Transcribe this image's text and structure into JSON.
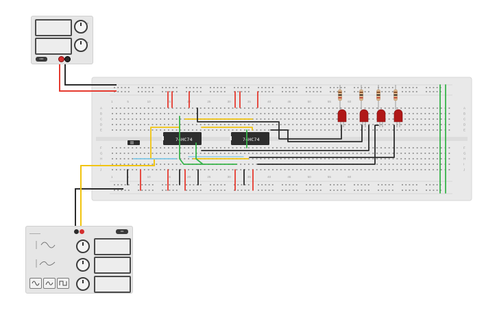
{
  "power_supply": {
    "button_label": "OFF",
    "channel_labels": [
      "V",
      "A"
    ]
  },
  "function_generator": {
    "button_label": "ON",
    "wave_buttons": [
      "sine-wave-icon",
      "triangle-wave-icon",
      "square-wave-icon"
    ]
  },
  "breadboard": {
    "column_numbers": [
      "1",
      "5",
      "10",
      "15",
      "20",
      "25",
      "30",
      "35",
      "40",
      "45",
      "50",
      "55",
      "60"
    ],
    "row_letters_top": [
      "A",
      "B",
      "C",
      "D",
      "E"
    ],
    "row_letters_bottom": [
      "F",
      "G",
      "H",
      "I",
      "J"
    ]
  },
  "chips": [
    {
      "label": "74HC74"
    },
    {
      "label": "74HC74"
    }
  ],
  "leds": [
    {
      "color": "#b01818"
    },
    {
      "color": "#b01818"
    },
    {
      "color": "#b01818"
    },
    {
      "color": "#b01818"
    }
  ],
  "colors": {
    "wire_red": "#e53a2f",
    "wire_black": "#2b2b2b",
    "wire_yellow": "#f1c40f",
    "wire_green": "#37b34a",
    "wire_blue": "#7fc8e6",
    "board": "#e9e9e9"
  }
}
